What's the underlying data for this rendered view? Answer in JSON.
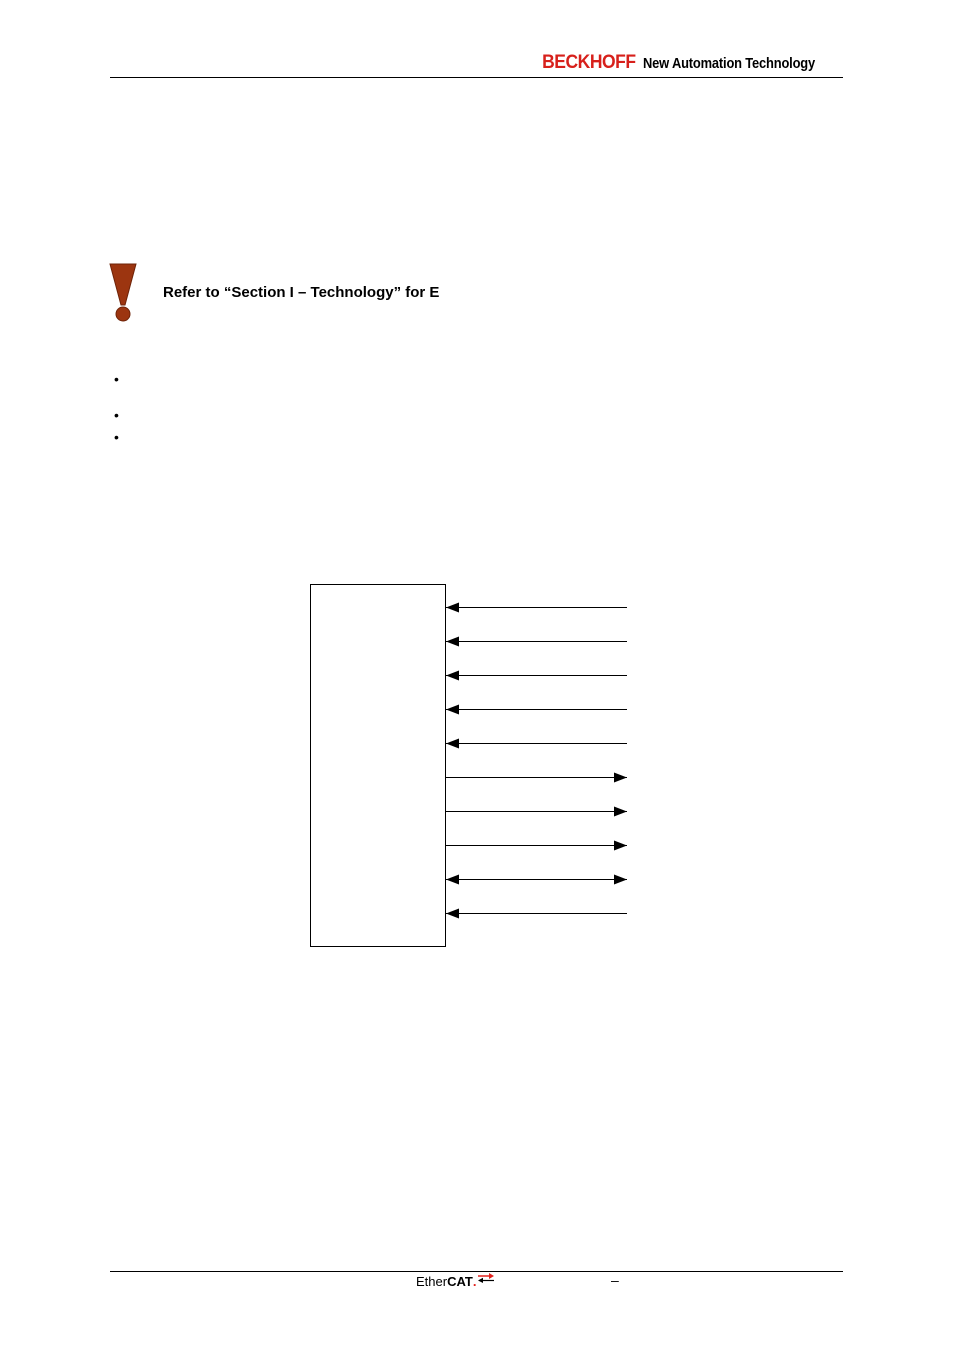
{
  "header": {
    "logo_text": "BECKHOFF",
    "tagline": "New Automation Technology"
  },
  "note": {
    "icon": "exclamation-icon",
    "text": "Refer to “Section I – Technology” for E"
  },
  "bullets": [
    "•",
    "•",
    "•"
  ],
  "footer": {
    "ethercat_prefix": "Ether",
    "ethercat_bold": "CAT",
    "ethercat_dot": ".",
    "dash": "–"
  },
  "colors": {
    "brand_red": "#d7201b",
    "warning_brown": "#9c3510",
    "ethercat_red": "#e2211c"
  },
  "diagram": {
    "signals": [
      {
        "direction": "in"
      },
      {
        "direction": "in"
      },
      {
        "direction": "in"
      },
      {
        "direction": "in"
      },
      {
        "direction": "in"
      },
      {
        "direction": "out"
      },
      {
        "direction": "out"
      },
      {
        "direction": "out"
      },
      {
        "direction": "bidirectional"
      },
      {
        "direction": "in"
      }
    ]
  }
}
